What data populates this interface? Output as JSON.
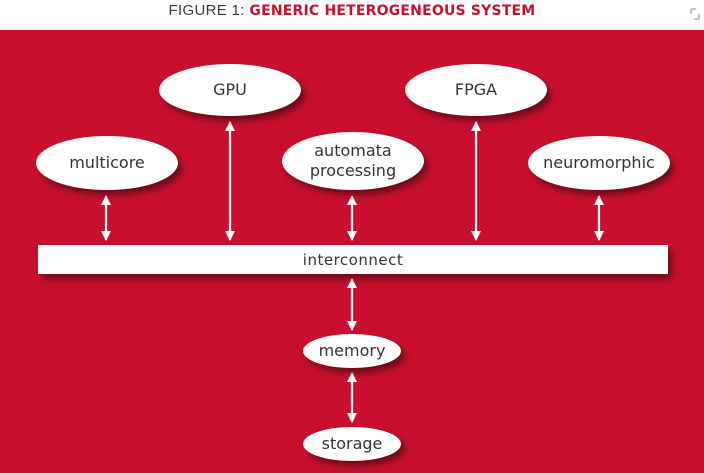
{
  "figure": {
    "prefix": "FIGURE 1:",
    "title": "GENERIC HETEROGENEOUS SYSTEM"
  },
  "nodes": {
    "gpu": "GPU",
    "fpga": "FPGA",
    "multicore": "multicore",
    "automata": "automata\nprocessing",
    "neuromorphic": "neuromorphic",
    "interconnect": "interconnect",
    "memory": "memory",
    "storage": "storage"
  },
  "colors": {
    "background": "#c8102e",
    "node_fill": "#ffffff",
    "text": "#333333",
    "title_accent": "#c8102e"
  },
  "icons": {
    "corner": "expand-icon"
  }
}
